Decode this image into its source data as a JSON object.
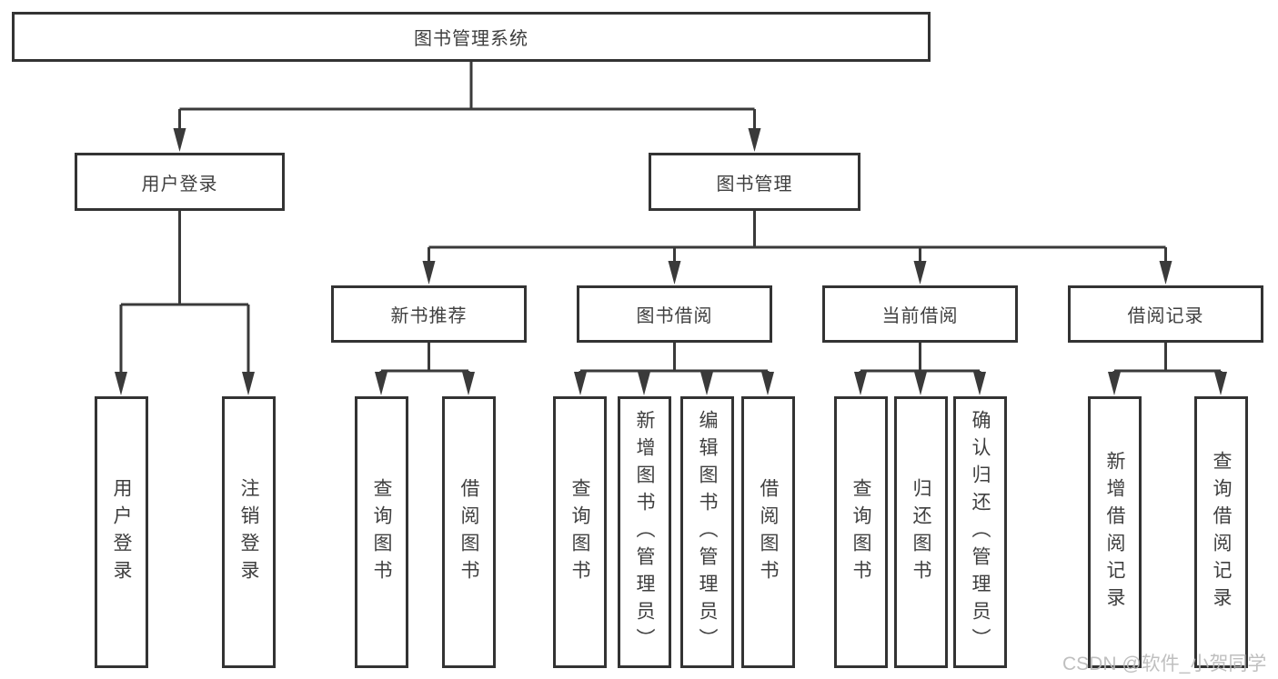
{
  "diagram": {
    "root": {
      "label": "图书管理系统"
    },
    "level2": [
      {
        "label": "用户登录"
      },
      {
        "label": "图书管理"
      }
    ],
    "level3": [
      {
        "label": "新书推荐"
      },
      {
        "label": "图书借阅"
      },
      {
        "label": "当前借阅"
      },
      {
        "label": "借阅记录"
      }
    ],
    "leaves": {
      "user_login": [
        "用户登录",
        "注销登录"
      ],
      "new_book": [
        "查询图书",
        "借阅图书"
      ],
      "book_borrow": [
        "查询图书",
        "新增图书（管理员）",
        "编辑图书（管理员）",
        "借阅图书"
      ],
      "current_borrow": [
        "查询图书",
        "归还图书",
        "确认归还（管理员）"
      ],
      "borrow_record": [
        "新增借阅记录",
        "查询借阅记录"
      ]
    },
    "watermark": "CSDN @软件_小贺同学",
    "colors": {
      "line": "#3a3a3a",
      "border": "#333333",
      "text": "#3f3f3f",
      "watermark": "#b9b9b9",
      "background": "#ffffff"
    }
  }
}
